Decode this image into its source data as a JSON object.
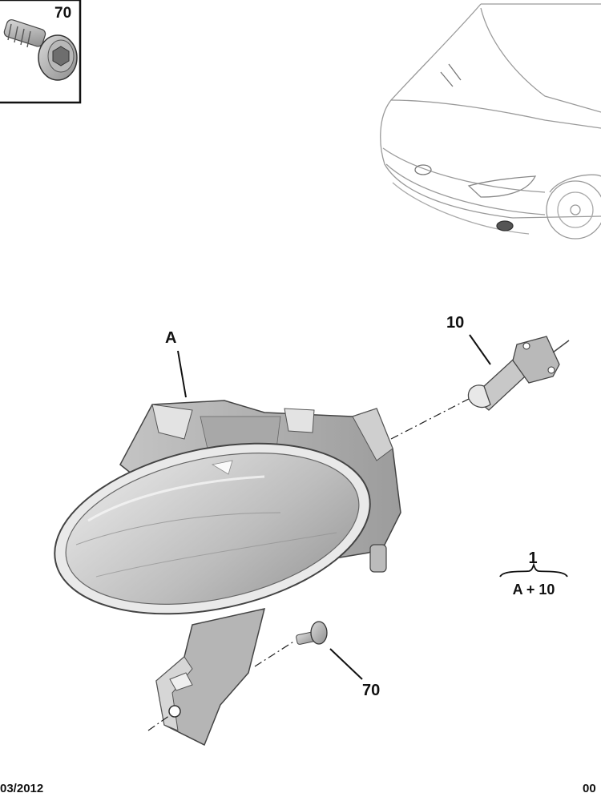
{
  "inset": {
    "part_number": "70"
  },
  "callouts": {
    "assembly_letter": "A",
    "bulb_number": "10",
    "screw_number": "70"
  },
  "kit": {
    "number": "1",
    "composition": "A + 10"
  },
  "footer": {
    "date": "03/2012",
    "code": "00"
  }
}
